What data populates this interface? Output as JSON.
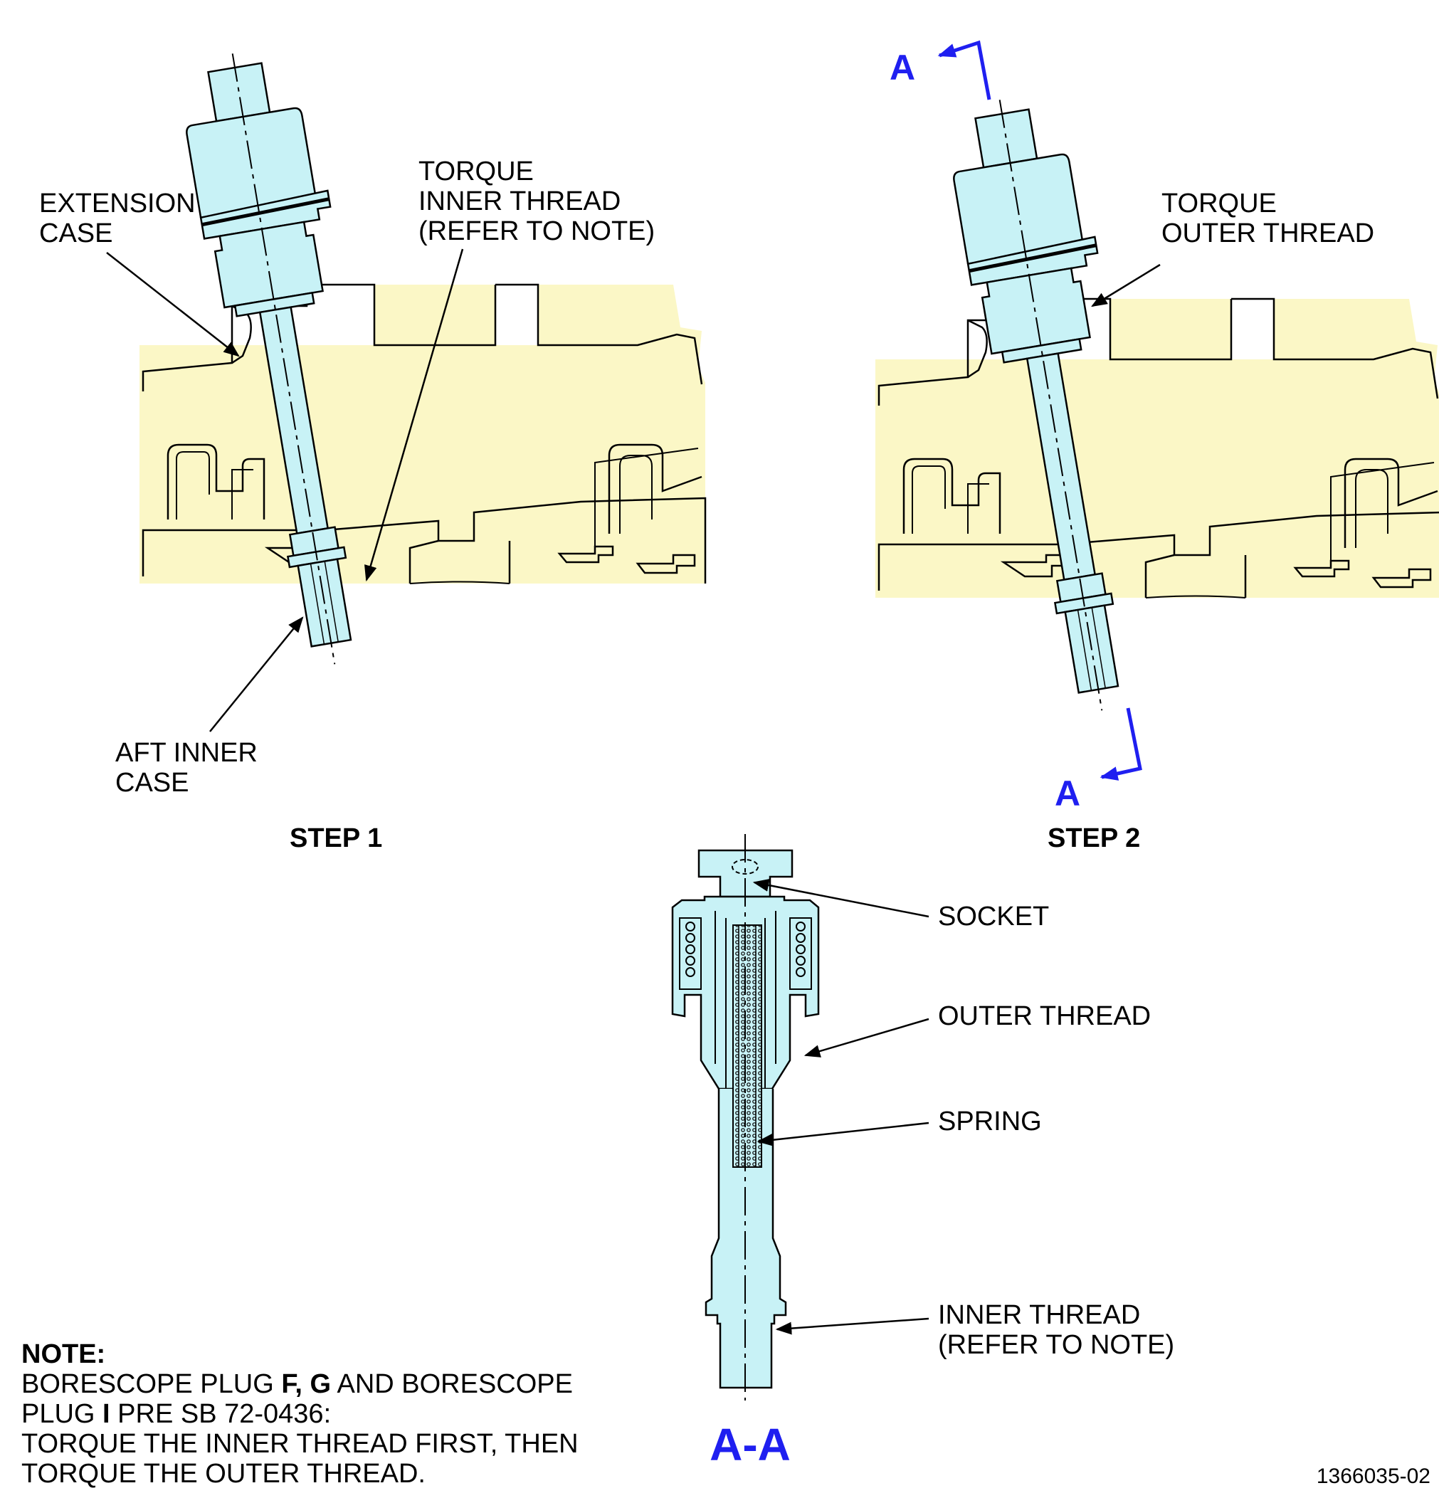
{
  "colors": {
    "case_fill": "#fbf7c6",
    "tool_fill": "#c8f2f6",
    "section_color": "#1f1ff0",
    "outline": "#000000"
  },
  "step1": {
    "title": "STEP 1",
    "callout_extension": [
      "EXTENSION",
      "CASE"
    ],
    "callout_torque": [
      "TORQUE",
      "INNER THREAD",
      "(REFER TO NOTE)"
    ],
    "callout_aft": [
      "AFT INNER",
      "CASE"
    ]
  },
  "step2": {
    "title": "STEP 2",
    "callout_torque": [
      "TORQUE",
      "OUTER THREAD"
    ],
    "section_letter_top": "A",
    "section_letter_bottom": "A"
  },
  "section_view": {
    "title": "A-A",
    "callouts": {
      "socket": "SOCKET",
      "outer_thread": "OUTER THREAD",
      "spring": "SPRING",
      "inner_thread": [
        "INNER THREAD",
        "(REFER TO NOTE)"
      ]
    }
  },
  "note": {
    "title": "NOTE:",
    "line1_a": "BORESCOPE PLUG ",
    "line1_b": "F, G",
    "line1_c": " AND BORESCOPE",
    "line2_a": "PLUG ",
    "line2_b": "I",
    "line2_c": " PRE SB 72-0436:",
    "line3": "TORQUE THE INNER THREAD FIRST, THEN",
    "line4": "TORQUE THE OUTER THREAD."
  },
  "figure_id": "1366035-02"
}
